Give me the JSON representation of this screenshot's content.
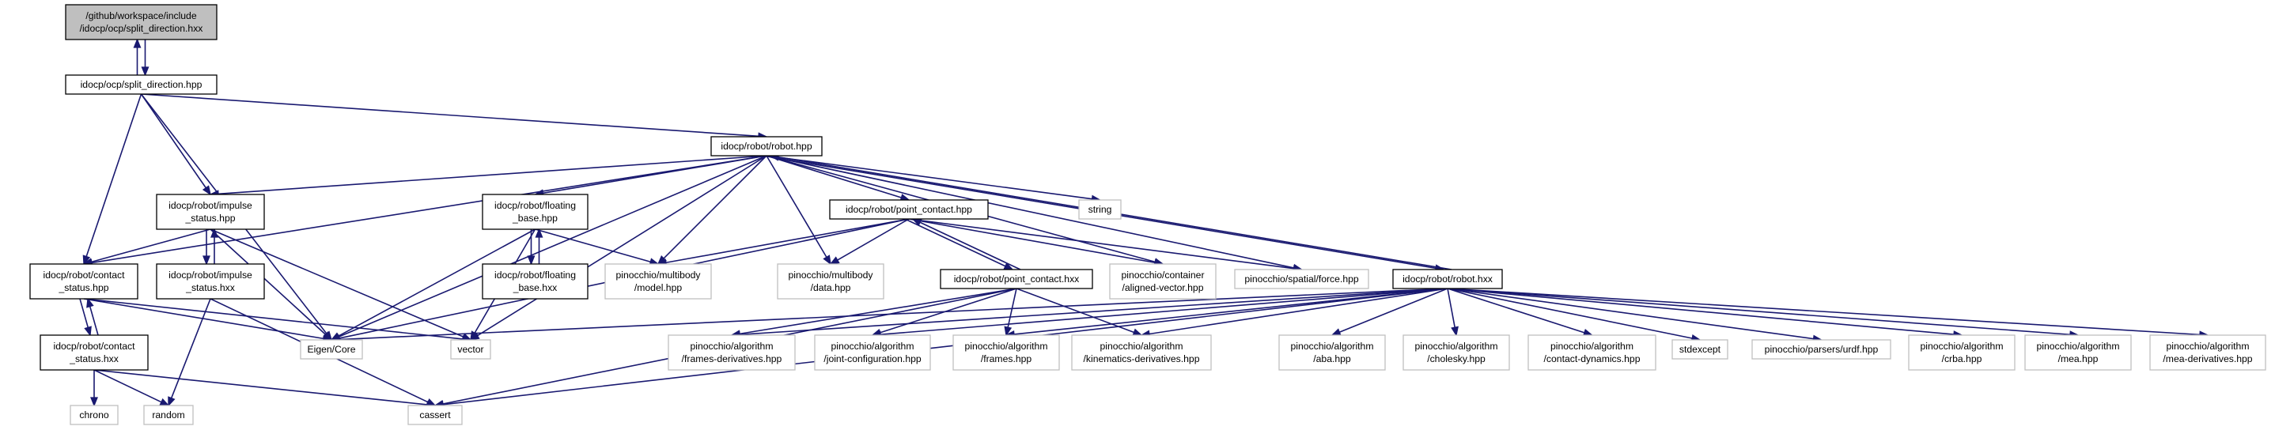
{
  "colors": {
    "edge": "#191970",
    "node_main_fill": "#bfbfbf",
    "node_border": "#000000",
    "node_external_border": "#bfbfbf",
    "text": "#000000"
  },
  "nodes": [
    {
      "id": "split_direction_hxx",
      "style": "main",
      "lines": [
        "/github/workspace/include",
        "/idocp/ocp/split_direction.hxx"
      ]
    },
    {
      "id": "split_direction_hpp",
      "style": "internal",
      "lines": [
        "idocp/ocp/split_direction.hpp"
      ]
    },
    {
      "id": "robot_hpp",
      "style": "internal",
      "lines": [
        "idocp/robot/robot.hpp"
      ]
    },
    {
      "id": "impulse_status_hpp",
      "style": "internal",
      "lines": [
        "idocp/robot/impulse",
        "_status.hpp"
      ]
    },
    {
      "id": "floating_base_hpp",
      "style": "internal",
      "lines": [
        "idocp/robot/floating",
        "_base.hpp"
      ]
    },
    {
      "id": "point_contact_hpp",
      "style": "internal",
      "lines": [
        "idocp/robot/point_contact.hpp"
      ]
    },
    {
      "id": "string",
      "style": "external",
      "lines": [
        "string"
      ]
    },
    {
      "id": "contact_status_hpp",
      "style": "internal",
      "lines": [
        "idocp/robot/contact",
        "_status.hpp"
      ]
    },
    {
      "id": "impulse_status_hxx",
      "style": "internal",
      "lines": [
        "idocp/robot/impulse",
        "_status.hxx"
      ]
    },
    {
      "id": "floating_base_hxx",
      "style": "internal",
      "lines": [
        "idocp/robot/floating",
        "_base.hxx"
      ]
    },
    {
      "id": "multibody_model",
      "style": "external",
      "lines": [
        "pinocchio/multibody",
        "/model.hpp"
      ]
    },
    {
      "id": "multibody_data",
      "style": "external",
      "lines": [
        "pinocchio/multibody",
        "/data.hpp"
      ]
    },
    {
      "id": "point_contact_hxx",
      "style": "internal",
      "lines": [
        "idocp/robot/point_contact.hxx"
      ]
    },
    {
      "id": "aligned_vector",
      "style": "external",
      "lines": [
        "pinocchio/container",
        "/aligned-vector.hpp"
      ]
    },
    {
      "id": "spatial_force",
      "style": "external",
      "lines": [
        "pinocchio/spatial/force.hpp"
      ]
    },
    {
      "id": "robot_hxx",
      "style": "internal",
      "lines": [
        "idocp/robot/robot.hxx"
      ]
    },
    {
      "id": "contact_status_hxx",
      "style": "internal",
      "lines": [
        "idocp/robot/contact",
        "_status.hxx"
      ]
    },
    {
      "id": "eigen_core",
      "style": "external",
      "lines": [
        "Eigen/Core"
      ]
    },
    {
      "id": "vector",
      "style": "external",
      "lines": [
        "vector"
      ]
    },
    {
      "id": "frames_derivatives",
      "style": "external",
      "lines": [
        "pinocchio/algorithm",
        "/frames-derivatives.hpp"
      ]
    },
    {
      "id": "joint_configuration",
      "style": "external",
      "lines": [
        "pinocchio/algorithm",
        "/joint-configuration.hpp"
      ]
    },
    {
      "id": "frames",
      "style": "external",
      "lines": [
        "pinocchio/algorithm",
        "/frames.hpp"
      ]
    },
    {
      "id": "kinematics_derivatives",
      "style": "external",
      "lines": [
        "pinocchio/algorithm",
        "/kinematics-derivatives.hpp"
      ]
    },
    {
      "id": "aba",
      "style": "external",
      "lines": [
        "pinocchio/algorithm",
        "/aba.hpp"
      ]
    },
    {
      "id": "cholesky",
      "style": "external",
      "lines": [
        "pinocchio/algorithm",
        "/cholesky.hpp"
      ]
    },
    {
      "id": "contact_dynamics",
      "style": "external",
      "lines": [
        "pinocchio/algorithm",
        "/contact-dynamics.hpp"
      ]
    },
    {
      "id": "stdexcept",
      "style": "external",
      "lines": [
        "stdexcept"
      ]
    },
    {
      "id": "parsers_urdf",
      "style": "external",
      "lines": [
        "pinocchio/parsers/urdf.hpp"
      ]
    },
    {
      "id": "crba",
      "style": "external",
      "lines": [
        "pinocchio/algorithm",
        "/crba.hpp"
      ]
    },
    {
      "id": "mea",
      "style": "external",
      "lines": [
        "pinocchio/algorithm",
        "/mea.hpp"
      ]
    },
    {
      "id": "mea_derivatives",
      "style": "external",
      "lines": [
        "pinocchio/algorithm",
        "/mea-derivatives.hpp"
      ]
    },
    {
      "id": "chrono",
      "style": "external",
      "lines": [
        "chrono"
      ]
    },
    {
      "id": "random",
      "style": "external",
      "lines": [
        "random"
      ]
    },
    {
      "id": "cassert",
      "style": "external",
      "lines": [
        "cassert"
      ]
    }
  ],
  "edges": [
    {
      "from": "split_direction_hxx",
      "to": "split_direction_hpp"
    },
    {
      "from": "split_direction_hpp",
      "to": "split_direction_hxx"
    },
    {
      "from": "split_direction_hpp",
      "to": "robot_hpp"
    },
    {
      "from": "split_direction_hpp",
      "to": "impulse_status_hpp"
    },
    {
      "from": "split_direction_hpp",
      "to": "contact_status_hpp"
    },
    {
      "from": "split_direction_hpp",
      "to": "eigen_core"
    },
    {
      "from": "robot_hpp",
      "to": "impulse_status_hpp"
    },
    {
      "from": "robot_hpp",
      "to": "contact_status_hpp"
    },
    {
      "from": "robot_hpp",
      "to": "floating_base_hpp"
    },
    {
      "from": "robot_hpp",
      "to": "point_contact_hpp"
    },
    {
      "from": "robot_hpp",
      "to": "string"
    },
    {
      "from": "robot_hpp",
      "to": "multibody_model"
    },
    {
      "from": "robot_hpp",
      "to": "multibody_data"
    },
    {
      "from": "robot_hpp",
      "to": "aligned_vector"
    },
    {
      "from": "robot_hpp",
      "to": "spatial_force"
    },
    {
      "from": "robot_hpp",
      "to": "robot_hxx"
    },
    {
      "from": "robot_hpp",
      "to": "eigen_core"
    },
    {
      "from": "robot_hpp",
      "to": "vector"
    },
    {
      "from": "impulse_status_hpp",
      "to": "contact_status_hpp"
    },
    {
      "from": "impulse_status_hpp",
      "to": "impulse_status_hxx"
    },
    {
      "from": "impulse_status_hpp",
      "to": "eigen_core"
    },
    {
      "from": "impulse_status_hpp",
      "to": "vector"
    },
    {
      "from": "impulse_status_hxx",
      "to": "impulse_status_hpp"
    },
    {
      "from": "impulse_status_hxx",
      "to": "random"
    },
    {
      "from": "impulse_status_hxx",
      "to": "cassert"
    },
    {
      "from": "contact_status_hpp",
      "to": "contact_status_hxx"
    },
    {
      "from": "contact_status_hpp",
      "to": "eigen_core"
    },
    {
      "from": "contact_status_hpp",
      "to": "vector"
    },
    {
      "from": "contact_status_hxx",
      "to": "contact_status_hpp"
    },
    {
      "from": "contact_status_hxx",
      "to": "chrono"
    },
    {
      "from": "contact_status_hxx",
      "to": "random"
    },
    {
      "from": "contact_status_hxx",
      "to": "cassert"
    },
    {
      "from": "floating_base_hpp",
      "to": "floating_base_hxx"
    },
    {
      "from": "floating_base_hxx",
      "to": "floating_base_hpp"
    },
    {
      "from": "floating_base_hpp",
      "to": "multibody_model"
    },
    {
      "from": "floating_base_hpp",
      "to": "eigen_core"
    },
    {
      "from": "floating_base_hpp",
      "to": "vector"
    },
    {
      "from": "point_contact_hpp",
      "to": "point_contact_hxx"
    },
    {
      "from": "point_contact_hxx",
      "to": "point_contact_hpp"
    },
    {
      "from": "point_contact_hpp",
      "to": "multibody_model"
    },
    {
      "from": "point_contact_hpp",
      "to": "multibody_data"
    },
    {
      "from": "point_contact_hpp",
      "to": "aligned_vector"
    },
    {
      "from": "point_contact_hpp",
      "to": "spatial_force"
    },
    {
      "from": "point_contact_hpp",
      "to": "eigen_core"
    },
    {
      "from": "point_contact_hxx",
      "to": "frames_derivatives"
    },
    {
      "from": "point_contact_hxx",
      "to": "joint_configuration"
    },
    {
      "from": "point_contact_hxx",
      "to": "frames"
    },
    {
      "from": "point_contact_hxx",
      "to": "kinematics_derivatives"
    },
    {
      "from": "point_contact_hxx",
      "to": "cassert"
    },
    {
      "from": "robot_hxx",
      "to": "robot_hpp"
    },
    {
      "from": "robot_hxx",
      "to": "frames_derivatives"
    },
    {
      "from": "robot_hxx",
      "to": "joint_configuration"
    },
    {
      "from": "robot_hxx",
      "to": "frames"
    },
    {
      "from": "robot_hxx",
      "to": "kinematics_derivatives"
    },
    {
      "from": "robot_hxx",
      "to": "aba"
    },
    {
      "from": "robot_hxx",
      "to": "cholesky"
    },
    {
      "from": "robot_hxx",
      "to": "contact_dynamics"
    },
    {
      "from": "robot_hxx",
      "to": "stdexcept"
    },
    {
      "from": "robot_hxx",
      "to": "parsers_urdf"
    },
    {
      "from": "robot_hxx",
      "to": "crba"
    },
    {
      "from": "robot_hxx",
      "to": "mea"
    },
    {
      "from": "robot_hxx",
      "to": "mea_derivatives"
    },
    {
      "from": "robot_hxx",
      "to": "cassert"
    },
    {
      "from": "robot_hxx",
      "to": "eigen_core"
    }
  ]
}
